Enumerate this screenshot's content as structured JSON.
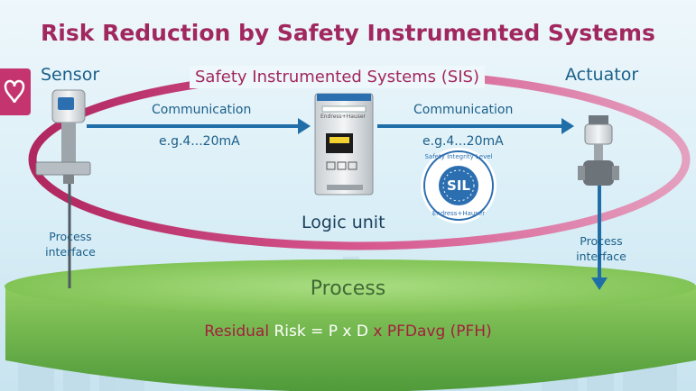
{
  "title": "Risk Reduction by Safety Instrumented Systems",
  "sis_label": "Safety Instrumented Systems (SIS)",
  "sensor": {
    "label": "Sensor",
    "interface_line1": "Process",
    "interface_line2": "interface"
  },
  "actuator": {
    "label": "Actuator",
    "interface_line1": "Process",
    "interface_line2": "interface"
  },
  "left_link": {
    "title": "Communication",
    "detail": "e.g.4...20mA"
  },
  "right_link": {
    "title": "Communication",
    "detail": "e.g.4...20mA"
  },
  "logic_unit": {
    "label": "Logic unit",
    "brand": "Endress+Hauser"
  },
  "sil_badge": {
    "center": "SIL",
    "ring_top": "Safety Integrity Level",
    "ring_bottom": "Endress+Hauser"
  },
  "process": {
    "label": "Process",
    "formula_part1": "Residual",
    "formula_part2": " Risk = P x D ",
    "formula_part3": "x PFDavg (PFH)"
  },
  "colors": {
    "title": "#a1275f",
    "ring": "#c4346f",
    "arrow": "#1f6ea8",
    "process_green": "#7bbf4e",
    "formula_red": "#a31f3d"
  }
}
